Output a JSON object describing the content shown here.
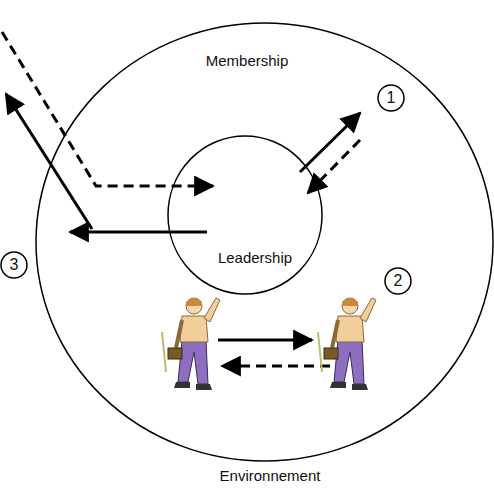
{
  "diagram": {
    "nodes": [
      {
        "text": [
          "Membership"
        ]
      },
      {
        "text": [
          "Leadership"
        ],
        "in": 0
      }
    ],
    "labels": [
      "1",
      "2",
      "3",
      "Environnement"
    ]
  }
}
